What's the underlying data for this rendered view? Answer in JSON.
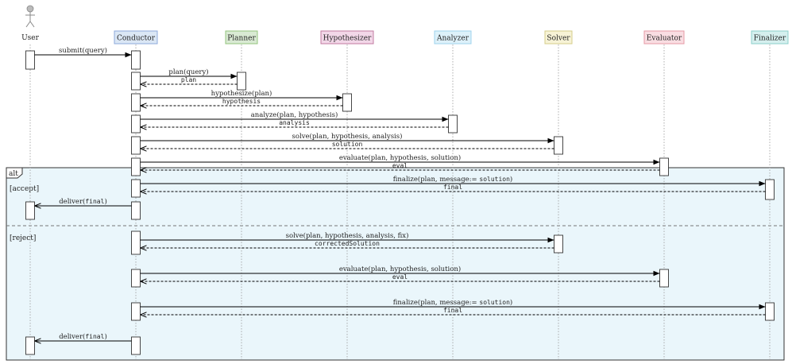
{
  "actors": [
    {
      "id": "user",
      "label": "User",
      "fill": "#ffffff",
      "stroke": "#ffffff",
      "stick_figure": true
    },
    {
      "id": "conductor",
      "label": "Conductor",
      "fill": "#dbe7f5",
      "stroke": "#8eaadb"
    },
    {
      "id": "planner",
      "label": "Planner",
      "fill": "#d9ead3",
      "stroke": "#93c47d"
    },
    {
      "id": "hypothesizer",
      "label": "Hypothesizer",
      "fill": "#f2d7e8",
      "stroke": "#c27ba0"
    },
    {
      "id": "analyzer",
      "label": "Analyzer",
      "fill": "#ddf1fa",
      "stroke": "#9fd3ec"
    },
    {
      "id": "solver",
      "label": "Solver",
      "fill": "#f7f3d6",
      "stroke": "#d6cc8a"
    },
    {
      "id": "evaluator",
      "label": "Evaluator",
      "fill": "#f9dde2",
      "stroke": "#e69aa5"
    },
    {
      "id": "finalizer",
      "label": "Finalizer",
      "fill": "#d5efee",
      "stroke": "#8ccfcb"
    }
  ],
  "fragment": {
    "label": "alt",
    "fill": "#eaf6fb",
    "guards": [
      {
        "label": "[accept]"
      },
      {
        "label": "[reject]"
      }
    ]
  },
  "messages": [
    {
      "from": "user",
      "to": "conductor",
      "parts": [
        {
          "t": "submit(query)"
        }
      ],
      "kind": "call"
    },
    {
      "from": "conductor",
      "to": "planner",
      "parts": [
        {
          "t": "plan(query)"
        }
      ],
      "kind": "call"
    },
    {
      "from": "planner",
      "to": "conductor",
      "parts": [
        {
          "t": "plan",
          "mono": true
        }
      ],
      "kind": "return"
    },
    {
      "from": "conductor",
      "to": "hypothesizer",
      "parts": [
        {
          "t": "hypothesize(plan)"
        }
      ],
      "kind": "call"
    },
    {
      "from": "hypothesizer",
      "to": "conductor",
      "parts": [
        {
          "t": "hypothesis",
          "mono": true
        }
      ],
      "kind": "return"
    },
    {
      "from": "conductor",
      "to": "analyzer",
      "parts": [
        {
          "t": "analyze(plan, hypothesis)"
        }
      ],
      "kind": "call"
    },
    {
      "from": "analyzer",
      "to": "conductor",
      "parts": [
        {
          "t": "analysis",
          "mono": true
        }
      ],
      "kind": "return"
    },
    {
      "from": "conductor",
      "to": "solver",
      "parts": [
        {
          "t": "solve(plan, hypothesis, analysis)"
        }
      ],
      "kind": "call"
    },
    {
      "from": "solver",
      "to": "conductor",
      "parts": [
        {
          "t": "solution",
          "mono": true
        }
      ],
      "kind": "return"
    },
    {
      "from": "conductor",
      "to": "evaluator",
      "parts": [
        {
          "t": "evaluate(plan, hypothesis, solution)"
        }
      ],
      "kind": "call"
    },
    {
      "from": "evaluator",
      "to": "conductor",
      "parts": [
        {
          "t": "eval",
          "mono": true
        }
      ],
      "kind": "return"
    },
    {
      "from": "conductor",
      "to": "finalizer",
      "parts": [
        {
          "t": "finalize(plan, message:= "
        },
        {
          "t": "solution",
          "mono": true
        },
        {
          "t": ")"
        }
      ],
      "kind": "call"
    },
    {
      "from": "finalizer",
      "to": "conductor",
      "parts": [
        {
          "t": "final",
          "mono": true
        }
      ],
      "kind": "return"
    },
    {
      "from": "conductor",
      "to": "user",
      "parts": [
        {
          "t": "deliver("
        },
        {
          "t": "final",
          "mono": true
        },
        {
          "t": ")"
        }
      ],
      "kind": "deliver"
    },
    {
      "from": "conductor",
      "to": "solver",
      "parts": [
        {
          "t": "solve(plan, hypothesis, analysis, fix)"
        }
      ],
      "kind": "call"
    },
    {
      "from": "solver",
      "to": "conductor",
      "parts": [
        {
          "t": "correctedSolution",
          "mono": true
        }
      ],
      "kind": "return"
    },
    {
      "from": "conductor",
      "to": "evaluator",
      "parts": [
        {
          "t": "evaluate(plan, hypothesis, solution)"
        }
      ],
      "kind": "call"
    },
    {
      "from": "evaluator",
      "to": "conductor",
      "parts": [
        {
          "t": "eval",
          "mono": true
        }
      ],
      "kind": "return"
    },
    {
      "from": "conductor",
      "to": "finalizer",
      "parts": [
        {
          "t": "finalize(plan, message:= "
        },
        {
          "t": "solution",
          "mono": true
        },
        {
          "t": ")"
        }
      ],
      "kind": "call"
    },
    {
      "from": "finalizer",
      "to": "conductor",
      "parts": [
        {
          "t": "final",
          "mono": true
        }
      ],
      "kind": "return"
    },
    {
      "from": "conductor",
      "to": "user",
      "parts": [
        {
          "t": "deliver("
        },
        {
          "t": "final",
          "mono": true
        },
        {
          "t": ")"
        }
      ],
      "kind": "deliver"
    }
  ]
}
